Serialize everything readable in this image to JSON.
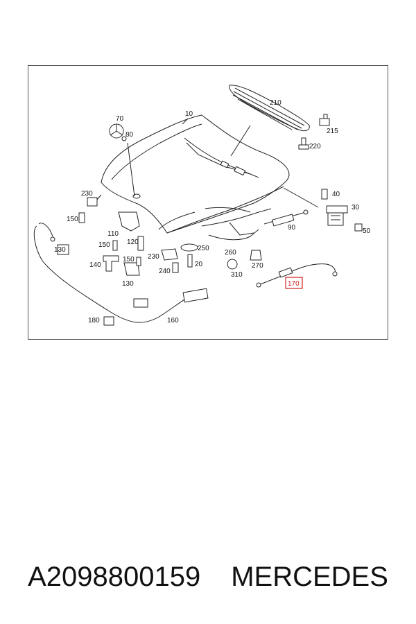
{
  "diagram": {
    "callouts": {
      "c10": "10",
      "c20": "20",
      "c30": "30",
      "c40": "40",
      "c50": "50",
      "c70": "70",
      "c80": "80",
      "c90": "90",
      "c110": "110",
      "c120": "120",
      "c130a": "130",
      "c130b": "130",
      "c140": "140",
      "c150a": "150",
      "c150b": "150",
      "c150c": "150",
      "c160": "160",
      "c170": "170",
      "c180": "180",
      "c210": "210",
      "c215": "215",
      "c220": "220",
      "c230a": "230",
      "c230b": "230",
      "c240": "240",
      "c250": "250",
      "c260": "260",
      "c270": "270",
      "c310": "310"
    },
    "highlight_color": "#d02020"
  },
  "caption": {
    "part_number": "A2098800159",
    "brand": "MERCEDES"
  }
}
